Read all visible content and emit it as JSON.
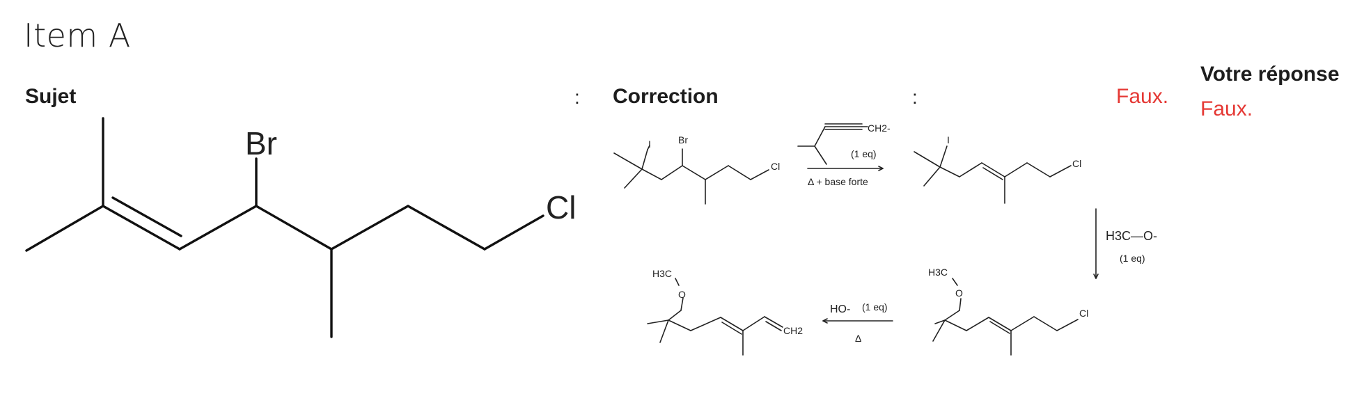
{
  "item": {
    "title": "Item A"
  },
  "sujet": {
    "label": "Sujet",
    "colon": ":"
  },
  "correction": {
    "label": "Correction",
    "colon": ":",
    "verdict": "Faux."
  },
  "votre_reponse": {
    "label": "Votre réponse",
    "value": "Faux."
  },
  "subject_molecule": {
    "labels": {
      "br": "Br",
      "cl": "Cl"
    }
  },
  "scheme": {
    "start_labels": {
      "i": "I",
      "br": "Br",
      "cl": "Cl"
    },
    "step1": {
      "reagent_top": "CH2-",
      "eq": "(1 eq)",
      "condition": "Δ + base forte"
    },
    "product1_labels": {
      "i": "I",
      "cl": "Cl"
    },
    "step2": {
      "reagent": "H3C—O-",
      "eq": "(1 eq)"
    },
    "product2_labels": {
      "h3c": "H3C",
      "o": "O",
      "cl": "Cl"
    },
    "step3": {
      "reagent": "HO-",
      "eq": "(1 eq)",
      "condition": "Δ"
    },
    "product3_labels": {
      "h3c": "H3C",
      "o": "O",
      "ch2": "CH2"
    }
  },
  "colors": {
    "verdict": "#e53935",
    "text": "#1d1d1d"
  }
}
